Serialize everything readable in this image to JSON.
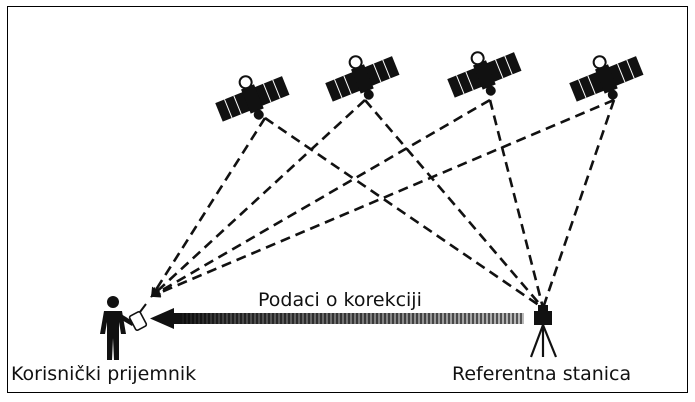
{
  "labels": {
    "correction_data": "Podaci o korekciji",
    "user_receiver": "Korisnički prijemnik",
    "reference_station": "Referentna stanica"
  },
  "colors": {
    "ink": "#111111",
    "background": "#ffffff"
  },
  "icons": [
    "satellite-icon",
    "person-icon",
    "handheld-receiver-icon",
    "tripod-station-icon"
  ],
  "satellites": 4
}
